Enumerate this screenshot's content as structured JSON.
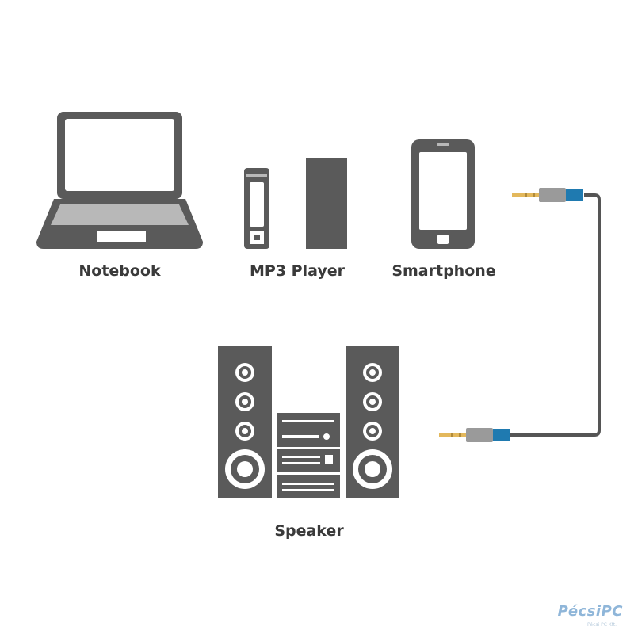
{
  "devices": {
    "notebook": "Notebook",
    "mp3_player": "MP3 Player",
    "smartphone": "Smartphone",
    "speaker": "Speaker"
  },
  "watermark": {
    "brand": "PécsiPC",
    "tagline": "Pécsi PC Kft."
  },
  "colors": {
    "device": "#5a5a5a",
    "device_light": "#b8b8b8",
    "cable": "#555555",
    "plug_gold": "#e3b85c",
    "plug_silver": "#9a9a9a",
    "plug_blue": "#1f7ab0"
  }
}
